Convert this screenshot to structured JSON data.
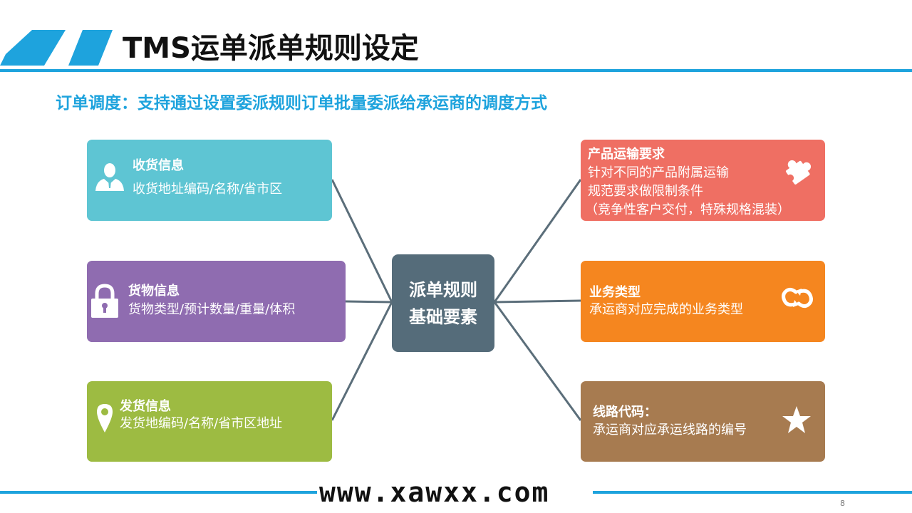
{
  "header": {
    "title": "TMS运单派单规则设定",
    "subtitle": "订单调度：支持通过设置委派规则订单批量委派给承运商的调度方式"
  },
  "center": {
    "line1": "派单规则",
    "line2": "基础要素"
  },
  "left_nodes": [
    {
      "title": "收货信息",
      "text": "收货地址编码/名称/省市区",
      "color": "#5ec5d3",
      "icon": "person-icon"
    },
    {
      "title": "货物信息",
      "text": "货物类型/预计数量/重量/体积",
      "color": "#8f6cb0",
      "icon": "lock-icon"
    },
    {
      "title": "发货信息",
      "text": "发货地编码/名称/省市区地址",
      "color": "#9dbb42",
      "icon": "location-pin-icon"
    }
  ],
  "right_nodes": [
    {
      "title": "产品运输要求",
      "lines": [
        "针对不同的产品附属运输",
        "规范要求做限制条件",
        "（竞争性客户交付，特殊规格混装）"
      ],
      "color": "#ef6f63",
      "icon": "puzzle-icon"
    },
    {
      "title": "业务类型",
      "lines": [
        "承运商对应完成的业务类型"
      ],
      "color": "#f5861f",
      "icon": "refresh-link-icon"
    },
    {
      "title": "线路代码：",
      "lines": [
        "承运商对应承运线路的编号"
      ],
      "color": "#a77b50",
      "icon": "star-icon"
    }
  ],
  "footer": {
    "watermark": "www.xawxx.com",
    "page_number": "8"
  },
  "colors": {
    "accent": "#1ea3dd",
    "connector": "#5b6e7a"
  }
}
